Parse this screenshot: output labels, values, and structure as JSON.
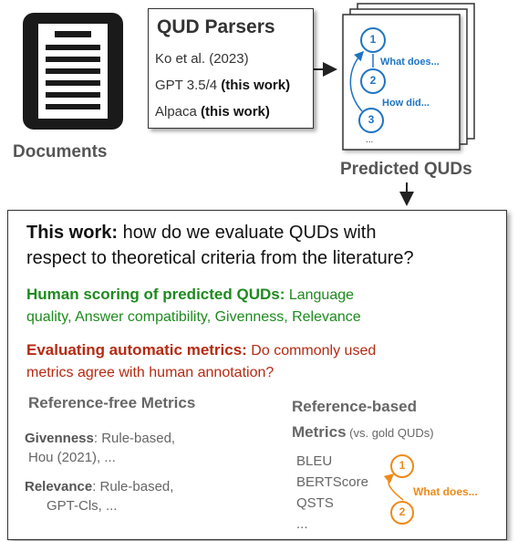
{
  "documents": {
    "label": "Documents"
  },
  "parsers": {
    "title": "QUD Parsers",
    "items": [
      {
        "name": "Ko et al. (2023)",
        "suffix": ""
      },
      {
        "name": "GPT 3.5/4 ",
        "suffix": "(this work)"
      },
      {
        "name": "Alpaca ",
        "suffix": "(this work)"
      }
    ]
  },
  "predicted": {
    "label": "Predicted QUDs",
    "nodes": [
      "1",
      "2",
      "3"
    ],
    "q1": "What does...",
    "q2": "How did...",
    "ellipsis": "..."
  },
  "main": {
    "intro_bold": "This work:",
    "intro_line1": " how do we evaluate QUDs with",
    "intro_line2": "respect to theoretical criteria from the literature?",
    "human_bold": "Human scoring of predicted QUDs:",
    "human_rest1": " Language",
    "human_rest2": "quality, Answer compatibility, Givenness, Relevance",
    "auto_bold": "Evaluating automatic metrics:",
    "auto_rest1": " Do commonly used",
    "auto_rest2": "metrics agree with human annotation?",
    "ref_free": {
      "title": "Reference-free Metrics",
      "givenness_label": "Givenness",
      "givenness_rest1": ": Rule-based,",
      "givenness_rest2": "Hou (2021), ...",
      "relevance_label": "Relevance",
      "relevance_rest1": ": Rule-based,",
      "relevance_rest2": "GPT-Cls, ..."
    },
    "ref_based": {
      "title1": "Reference-based",
      "title2": "Metrics",
      "title_note": " (vs. gold QUDs)",
      "metrics": [
        "BLEU",
        "BERTScore",
        "QSTS",
        "..."
      ],
      "nodes": [
        "1",
        "2"
      ],
      "q1": "What does..."
    }
  },
  "colors": {
    "green": "#1e8a1e",
    "red": "#b52a12",
    "blue": "#1f74c2",
    "orange": "#ee8a1a"
  }
}
